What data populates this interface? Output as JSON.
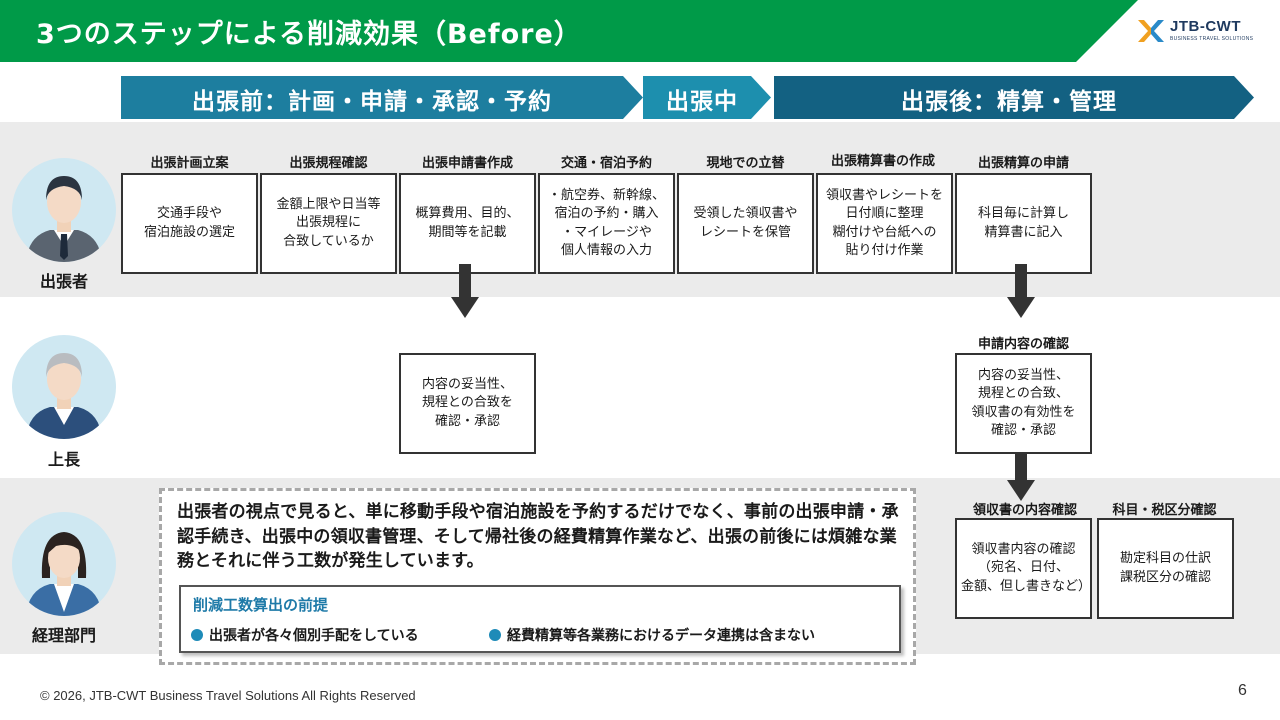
{
  "header": {
    "title": "3つのステップによる削減効果（Before）",
    "logo_text": "JTB-CWT",
    "logo_sub": "BUSINESS TRAVEL SOLUTIONS",
    "color": "#009a48"
  },
  "phases": [
    {
      "label": "出張前：計画・申請・承認・予約",
      "color": "#1d7e9f"
    },
    {
      "label": "出張中",
      "color": "#1d8fae"
    },
    {
      "label": "出張後：精算・管理",
      "color": "#136182"
    }
  ],
  "roles": {
    "traveler": "出張者",
    "manager": "上長",
    "accounting": "経理部門"
  },
  "steps": [
    {
      "title": "出張計画立案",
      "body": "交通手段や\n宿泊施設の選定"
    },
    {
      "title": "出張規程確認",
      "body": "金額上限や日当等\n出張規程に\n合致しているか"
    },
    {
      "title": "出張申請書作成",
      "body": "概算費用、目的、\n期間等を記載"
    },
    {
      "title": "交通・宿泊予約",
      "body": "・航空券、新幹線、\n宿泊の予約・購入\n・マイレージや\n個人情報の入力"
    },
    {
      "title": "現地での立替",
      "body": "受領した領収書や\nレシートを保管"
    },
    {
      "title": "出張精算書の作成",
      "body": "領収書やレシートを\n日付順に整理\n糊付けや台紙への\n貼り付け作業"
    },
    {
      "title": "出張精算の申請",
      "body": "科目毎に計算し\n精算書に記入"
    }
  ],
  "manager_steps": {
    "approval_body": "内容の妥当性、\n規程との合致を\n確認・承認",
    "review_title": "申請内容の確認",
    "review_body": "内容の妥当性、\n規程との合致、\n領収書の有効性を\n確認・承認"
  },
  "accounting_steps": [
    {
      "title": "領収書の内容確認",
      "body": "領収書内容の確認\n（宛名、日付、\n金額、但し書きなど）"
    },
    {
      "title": "科目・税区分確認",
      "body": "勘定科目の仕訳\n課税区分の確認"
    }
  ],
  "note": {
    "text": "出張者の視点で見ると、単に移動手段や宿泊施設を予約するだけでなく、事前の出張申請・承認手続き、出張中の領収書管理、そして帰社後の経費精算作業など、出張の前後には煩雑な業務とそれに伴う工数が発生しています。",
    "premise_title": "削減工数算出の前提",
    "premise_items": [
      "出張者が各々個別手配をしている",
      "経費精算等各業務におけるデータ連携は含まない"
    ]
  },
  "footer": {
    "copyright": "© 2026, JTB-CWT Business Travel Solutions All Rights Reserved",
    "page": "6"
  }
}
